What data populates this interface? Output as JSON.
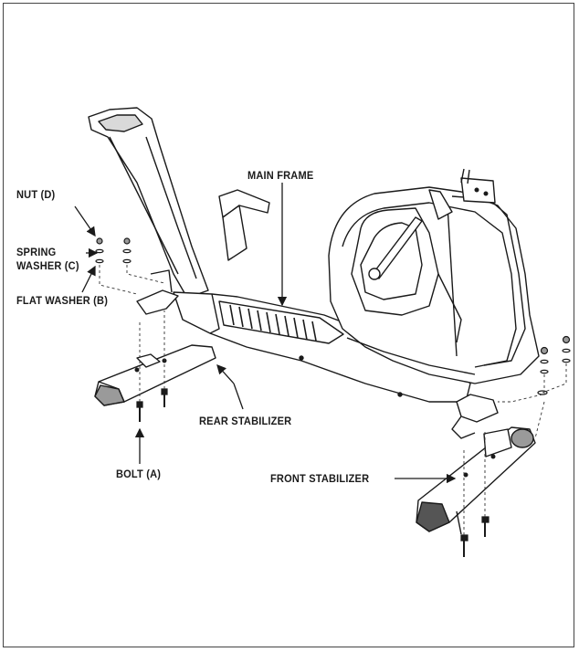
{
  "labels": {
    "nut": "NUT (D)",
    "spring_washer_1": "SPRING",
    "spring_washer_2": "WASHER (C)",
    "flat_washer": "FLAT WASHER (B)",
    "main_frame": "MAIN FRAME",
    "rear_stabilizer": "REAR STABILIZER",
    "bolt": "BOLT (A)",
    "front_stabilizer": "FRONT STABILIZER"
  },
  "colors": {
    "line": "#1a1a1a",
    "part_fill": "#ffffff",
    "shade_light": "#d9d9d9",
    "shade_mid": "#9a9a9a",
    "shade_dark": "#555555"
  }
}
